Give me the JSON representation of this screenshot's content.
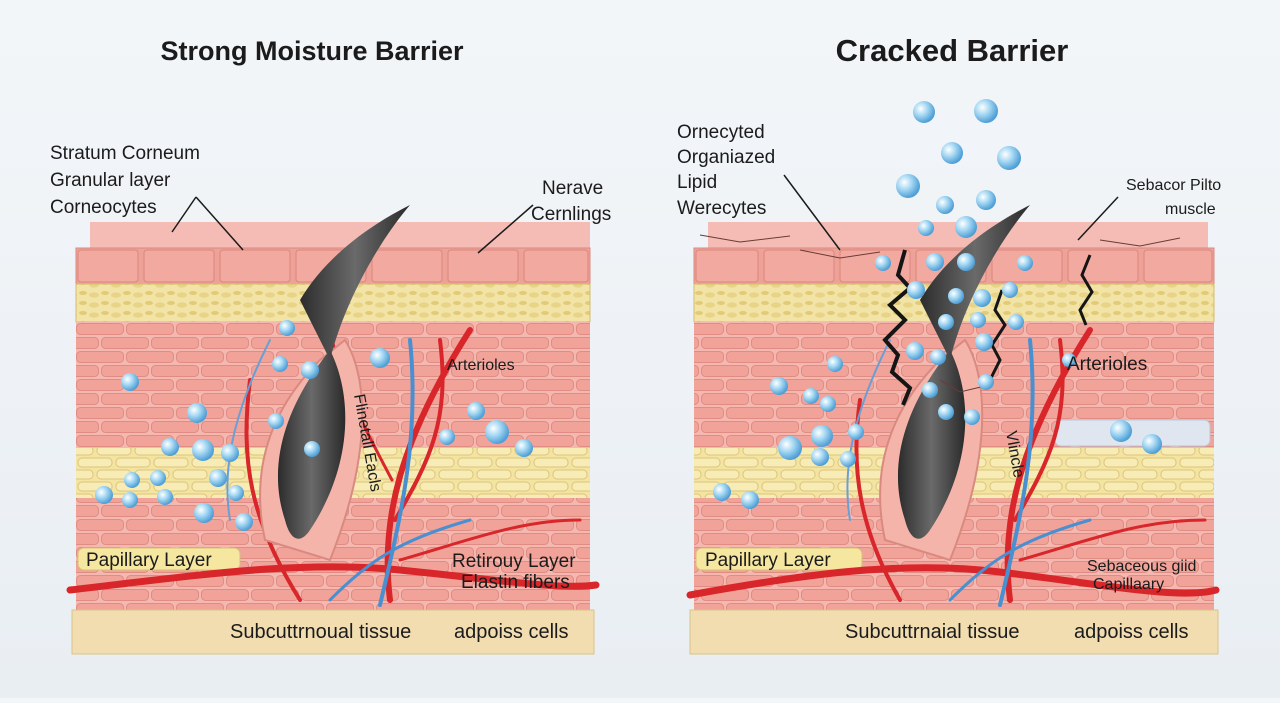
{
  "left": {
    "title": "Strong Moisture Barrier",
    "labels": {
      "stratum_corneum": "Stratum Corneum",
      "granular_layer": "Granular layer",
      "corneocytes": "Corneocytes",
      "nerve_line1": "Nerave",
      "nerve_line2": "Cernlings",
      "arterioles": "Arterioles",
      "hair_label": "Flinetall Eacls",
      "papillary": "Papillary Layer",
      "reticular": "Retirouy Layer",
      "elastin": "Elastin fibers",
      "subcutaneous": "Subcuttrnoual tissue",
      "adipose": "adpoiss cells"
    }
  },
  "right": {
    "title": "Cracked Barrier",
    "labels": {
      "line1": "Ornecyted",
      "line2": "Organiazed",
      "line3": "Lipid",
      "line4": "Werecytes",
      "sebacor_line1": "Sebacor Pilto",
      "sebacor_line2": "muscle",
      "arterioles": "Arterioles",
      "hair_label": "Vlincle",
      "papillary": "Papillary Layer",
      "sebaceous": "Sebaceous giid",
      "capillary": "Capillaary",
      "subcutaneous": "Subcuttrnaial tissue",
      "adipose": "adpoiss cells"
    }
  },
  "colors": {
    "corneum": "#eea197",
    "granular": "#f1e2a4",
    "cells": "#f1a8a0",
    "fat": "#f6e9a6",
    "artery": "#d8262a",
    "vein": "#4a8fd0",
    "droplet": "#8cc9ec",
    "hair": "#3a3a3a",
    "subcutaneous": "#f1ddb0"
  }
}
